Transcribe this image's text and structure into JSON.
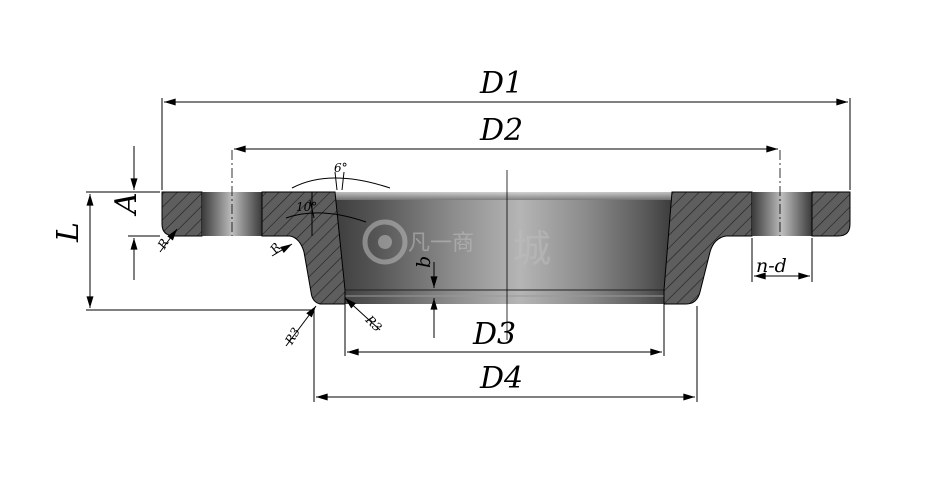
{
  "dimensions": {
    "D1": "D1",
    "D2": "D2",
    "D3": "D3",
    "D4": "D4",
    "A": "A",
    "L": "L",
    "b": "b",
    "n_d": "n-d",
    "R_left": "R",
    "R_fillet": "R",
    "R3_left": "R3",
    "R3_right": "R3",
    "angle_6": "6°",
    "angle_10": "10°"
  },
  "watermark": {
    "text": "凡一商",
    "char": "城"
  },
  "colors": {
    "section_fill": "#5c5c5c",
    "body_dark": "#4a4a4a",
    "body_light": "#9a9a9a",
    "hatch": "#222222",
    "line": "#000000"
  }
}
